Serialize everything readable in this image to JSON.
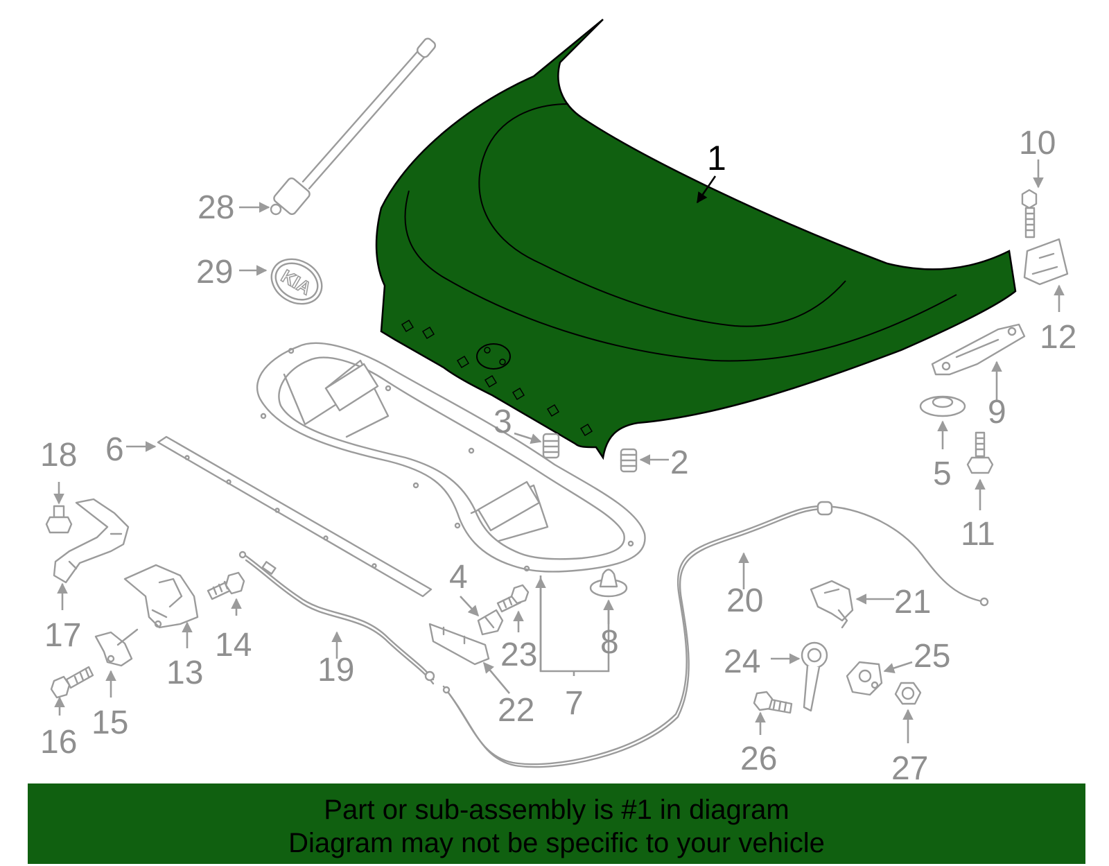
{
  "colors": {
    "highlight": "#106010",
    "outline": "#9b9b9b",
    "text_gray": "#8f8f8f"
  },
  "labels": {
    "p1": "1",
    "p2": "2",
    "p3": "3",
    "p4": "4",
    "p5": "5",
    "p6": "6",
    "p7": "7",
    "p8": "8",
    "p9": "9",
    "p10": "10",
    "p11": "11",
    "p12": "12",
    "p13": "13",
    "p14": "14",
    "p15": "15",
    "p16": "16",
    "p17": "17",
    "p18": "18",
    "p19": "19",
    "p20": "20",
    "p21": "21",
    "p22": "22",
    "p23": "23",
    "p24": "24",
    "p25": "25",
    "p26": "26",
    "p27": "27",
    "p28": "28",
    "p29": "29"
  },
  "emblem_text": "KIA",
  "banner": {
    "line1": "Part or sub-assembly is #1 in diagram",
    "line2": "Diagram may not be specific to your vehicle"
  }
}
